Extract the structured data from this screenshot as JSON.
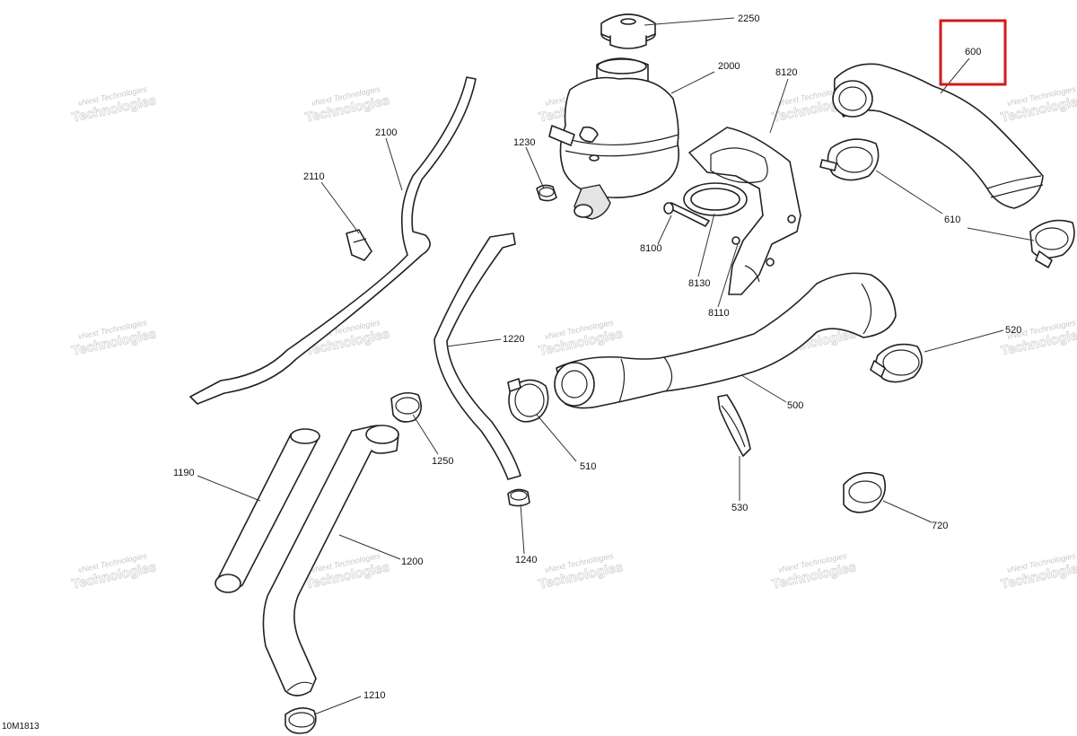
{
  "diagram": {
    "figure_code": "10M1813",
    "watermark": {
      "line1": "vNext Technologies",
      "line2": "Technologies"
    },
    "highlight_color": "#d11a1a",
    "callouts": {
      "c2250": "2250",
      "c2000": "2000",
      "c8120": "8120",
      "c600": "600",
      "c2100": "2100",
      "c2110": "2110",
      "c1230": "1230",
      "c8100": "8100",
      "c8130": "8130",
      "c8110": "8110",
      "c610": "610",
      "c1220": "1220",
      "c520": "520",
      "c500": "500",
      "c510": "510",
      "c1250": "1250",
      "c530": "530",
      "c1190": "1190",
      "c1200": "1200",
      "c720": "720",
      "c1240": "1240",
      "c1210": "1210"
    }
  }
}
